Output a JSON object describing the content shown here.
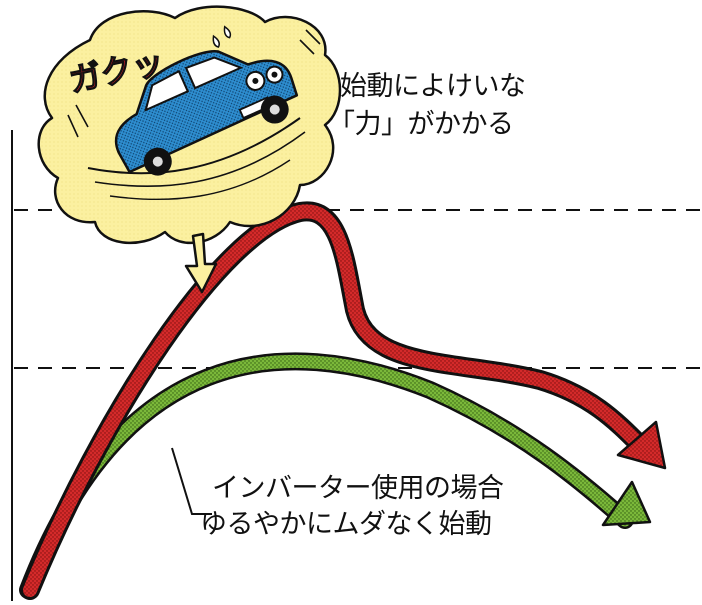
{
  "bubble": {
    "sound": "ガクッ",
    "caption_line1": "始動によけいな",
    "caption_line2": "「力」がかかる"
  },
  "green_curve_caption": {
    "line1": "インバーター使用の場合",
    "line2": "ゆるやかにムダなく始動"
  },
  "colors": {
    "red_curve": "#d42a2a",
    "green_curve": "#6aaa2a",
    "bubble_fill": "#fbf0a0",
    "car_body": "#2e8ed0",
    "sound_text": "#e0202a",
    "line": "#111111"
  },
  "icons": [
    "car-icon",
    "thought-bubble",
    "down-arrow-icon"
  ]
}
